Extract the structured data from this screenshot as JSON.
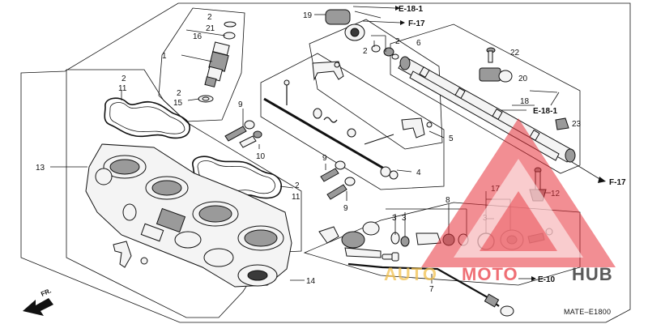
{
  "diagram": {
    "code": "MATE–E1800",
    "front_label": "FR.",
    "refs": {
      "e18_1_top": "E-18-1",
      "f17_top": "F-17",
      "e18_1_right": "E-18-1",
      "f17_right": "F-17",
      "e10": "E-10"
    },
    "callouts": {
      "n19": "19",
      "n2_inj_a": "2",
      "n21": "21",
      "n16": "16",
      "n1": "1",
      "n2_inj_b": "2",
      "n15": "15",
      "n2_top_a": "2",
      "n6": "6",
      "n2_top_b": "2",
      "n22": "22",
      "n20": "20",
      "n18": "18",
      "n23": "23",
      "n5": "5",
      "n4": "4",
      "n2_left": "2",
      "n11_left": "11",
      "n13": "13",
      "n9_a": "9",
      "n10": "10",
      "n9_b": "9",
      "n9_c": "9",
      "n2_mid": "2",
      "n11_mid": "11",
      "n12": "12",
      "n8": "8",
      "n17": "17",
      "n3_a": "3",
      "n3_b": "3",
      "n3_c": "3",
      "n14": "14",
      "n7": "7"
    }
  },
  "watermark": {
    "text_auto": "AUTO",
    "text_moto": "MOTO",
    "text_hub": "HUB",
    "triangle_color": "#e8323a",
    "hub_color": "#3c3c3c",
    "auto_color": "#f2c04d"
  }
}
